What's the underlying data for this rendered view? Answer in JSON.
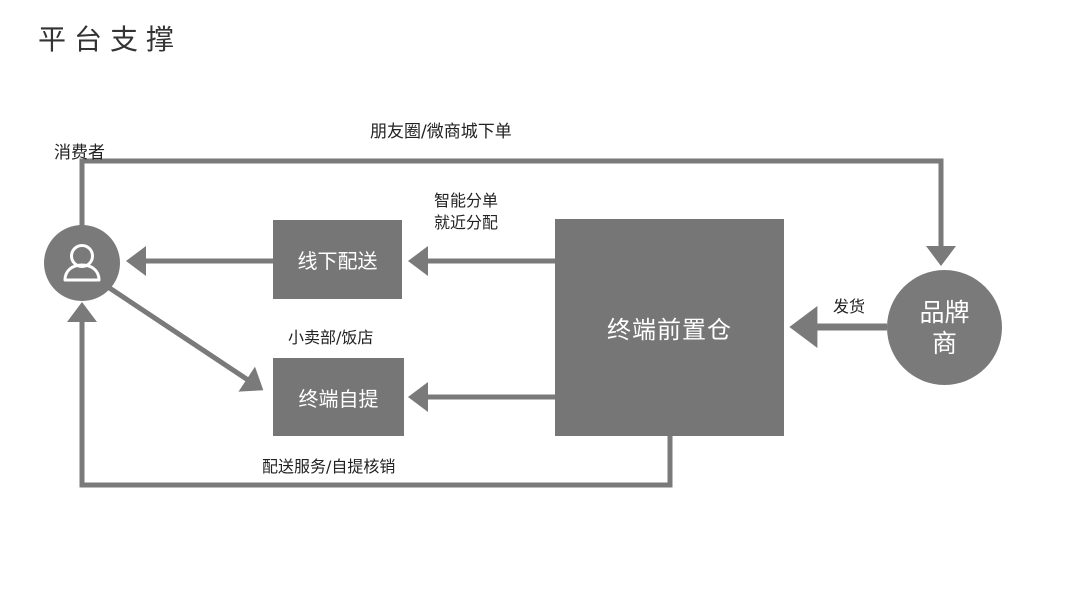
{
  "title": "平台支撑",
  "nodes": {
    "consumer_label": "消费者",
    "offline_delivery": "线下配送",
    "self_pickup": "终端自提",
    "terminal_warehouse": "终端前置仓",
    "brand_line1": "品牌",
    "brand_line2": "商"
  },
  "edge_labels": {
    "order": "朋友圈/微商城下单",
    "smart_split_line1": "智能分单",
    "smart_split_line2": "就近分配",
    "ship": "发货",
    "shop": "小卖部/饭店",
    "service": "配送服务/自提核销"
  },
  "colors": {
    "line": "#7a7a7a",
    "box": "#767676",
    "circle": "#7a7a7a"
  }
}
